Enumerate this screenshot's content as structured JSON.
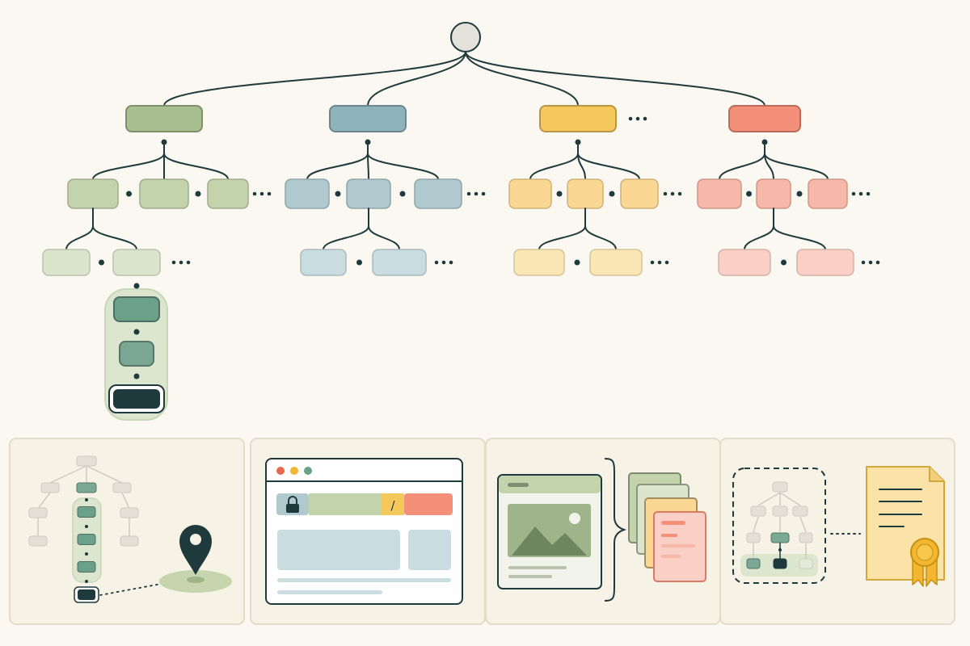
{
  "palette": {
    "background": "#faf8f1",
    "ink": "#1f3a3d",
    "root_fill": "#e3e1da",
    "green": [
      "#a9bf8f",
      "#c3d3ac",
      "#dbe5cc"
    ],
    "blue": [
      "#8fb3ba",
      "#afc9cf",
      "#c9dce0"
    ],
    "yellow": [
      "#f5c85c",
      "#fad893",
      "#fbe6b6"
    ],
    "coral": [
      "#f4907a",
      "#f8b8a9",
      "#fad0c6"
    ],
    "path": [
      "#6ba08a",
      "#7aa894",
      "#1f3a3d"
    ],
    "path_halo": "#dce6cf",
    "panel_fill": "#f6f2e6",
    "panel_border": "#e2dcc9",
    "pin": "#1f3a3d",
    "certificate": "#fbe3a8",
    "seal": "#f2b630"
  },
  "browser_dots": [
    "#e8674f",
    "#f2b630",
    "#6ba08a"
  ],
  "address_bar_divider": "/",
  "icons": [
    "root-node-icon",
    "ellipsis-icon",
    "lock-icon",
    "map-pin-icon",
    "image-placeholder-icon",
    "document-stack-icon",
    "certificate-icon",
    "seal-ribbon-icon"
  ],
  "panels": [
    "path-to-location",
    "browser-window",
    "pages-to-documents",
    "subtree-to-certificate"
  ]
}
